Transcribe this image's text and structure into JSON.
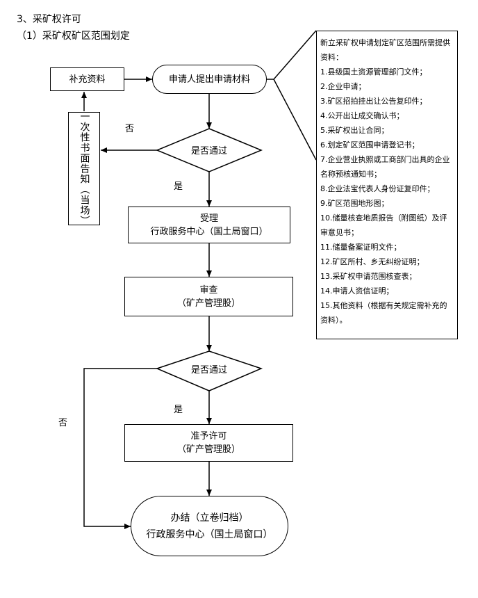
{
  "heading": {
    "section": "3、采矿权许可",
    "subsection": "（1）采矿权矿区范围划定"
  },
  "nodes": {
    "supplement": "补充资料",
    "submit": "申请人提出申请材料",
    "decision1": "是否通过",
    "notice": "一次性书面告知（当场）",
    "accept_line1": "受理",
    "accept_line2": "行政服务中心（国土局窗口）",
    "review_line1": "审查",
    "review_line2": "（矿产管理股）",
    "decision2": "是否通过",
    "approve_line1": "准予许可",
    "approve_line2": "（矿产管理股）",
    "finish_line1": "办结（立卷归档）",
    "finish_line2": "行政服务中心（国土局窗口）"
  },
  "edge_labels": {
    "no1": "否",
    "yes1": "是",
    "yes2": "是",
    "no2": "否"
  },
  "documents": {
    "intro": "新立采矿权申请划定矿区范围所需提供资料：",
    "items": [
      "1.县级国土资源管理部门文件；",
      "2.企业申请；",
      "3.矿区招拍挂出让公告复印件；",
      "4.公开出让成交确认书；",
      "5.采矿权出让合同；",
      "6.划定矿区范围申请登记书；",
      "7.企业营业执照或工商部门出具的企业名称预核通知书；",
      "8.企业法宝代表人身份证复印件；",
      "9.矿区范围地形图；",
      "10.储量核查地质报告（附图纸）及评审意见书；",
      "11.储量备案证明文件；",
      "12.矿区所村、乡无纠纷证明；",
      "13.采矿权申请范围核查表；",
      "14.申请人资信证明；",
      "15.其他资料（根据有关规定需补充的资料）。"
    ]
  }
}
